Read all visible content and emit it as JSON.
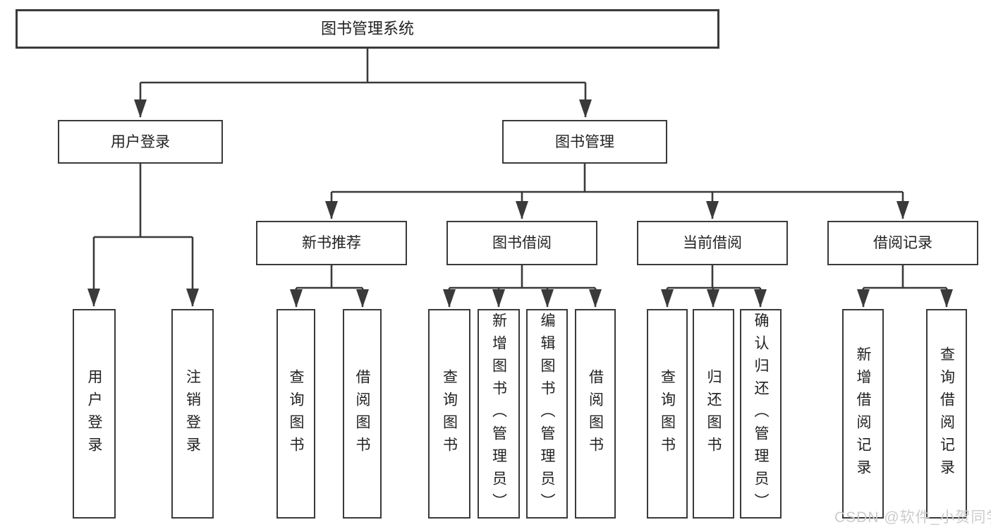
{
  "nodes": {
    "root": "图书管理系统",
    "level2": [
      "用户登录",
      "图书管理"
    ],
    "level3": [
      "新书推荐",
      "图书借阅",
      "当前借阅",
      "借阅记录"
    ],
    "leaves_user_login": [
      "用户登录",
      "注销登录"
    ],
    "leaves_new_book": [
      "查询图书",
      "借阅图书"
    ],
    "leaves_book_borrow": [
      "查询图书",
      "新增图书（管理员）",
      "编辑图书（管理员）",
      "借阅图书"
    ],
    "leaves_current_borrow": [
      "查询图书",
      "归还图书",
      "确认归还（管理员）"
    ],
    "leaves_borrow_record": [
      "新增借阅记录",
      "查询借阅记录"
    ]
  },
  "watermark": "CSDN @软件_小贺同学",
  "colors": {
    "background": "#ffffff",
    "line": "#3a3a3a",
    "box-border": "#3a3a3a",
    "box-bg": "#ffffff",
    "text": "#222222",
    "watermark": "#cccccc"
  }
}
